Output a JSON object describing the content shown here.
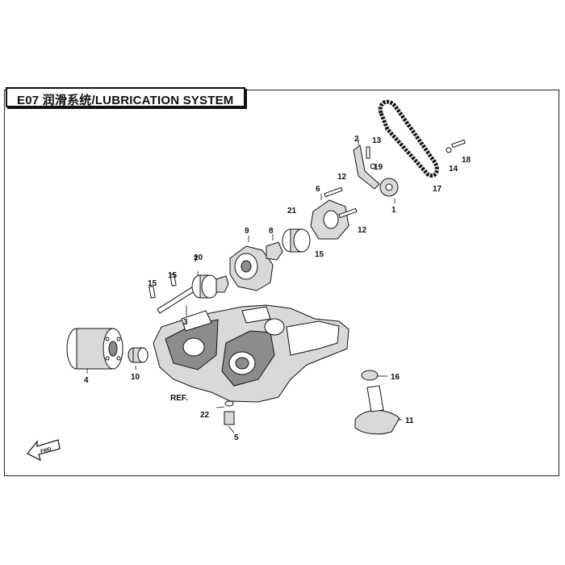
{
  "title": "E07 润滑系统/LUBRICATION SYSTEM",
  "fwd_label": "FWD",
  "ref_label": "REF.",
  "callouts": {
    "c1": "1",
    "c2": "2",
    "c3": "3",
    "c4": "4",
    "c5": "5",
    "c6": "6",
    "c7": "7",
    "c8": "8",
    "c9": "9",
    "c10": "10",
    "c11": "11",
    "c12a": "12",
    "c12b": "12",
    "c13": "13",
    "c14": "14",
    "c15a": "15",
    "c15b": "15",
    "c15c": "15",
    "c16": "16",
    "c17": "17",
    "c18": "18",
    "c19": "19",
    "c20": "20",
    "c21": "21",
    "c22": "22"
  }
}
